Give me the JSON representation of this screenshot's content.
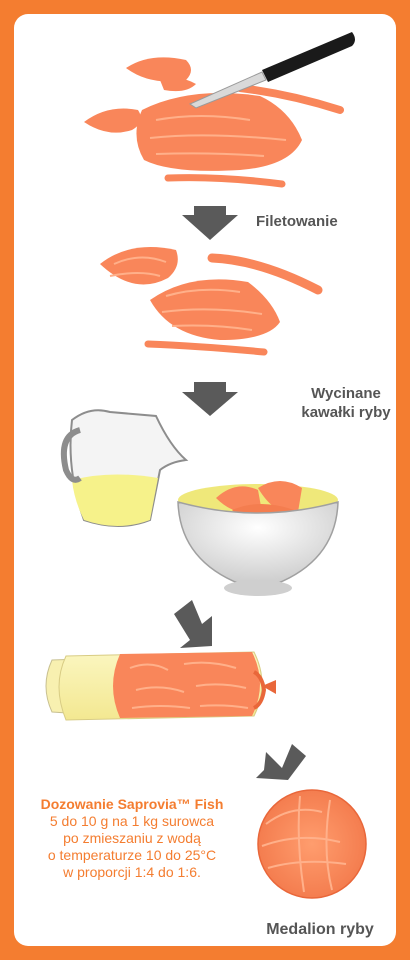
{
  "steps": {
    "filleting": "Filetowanie",
    "cut_line1": "Wycinane",
    "cut_line2": "kawałki ryby",
    "medallion": "Medalion ryby"
  },
  "dosage": {
    "title": "Dozowanie Saprovia™ Fish",
    "line1": "5 do 10 g na 1 kg surowca",
    "line2": "po zmieszaniu z wodą",
    "line3": "o temperaturze 10 do 25°C",
    "line4": "w proporcji 1:4 do 1:6."
  },
  "colors": {
    "border": "#f47d30",
    "salmon": "#f9865a",
    "arrow": "#5a5a5a",
    "liquid": "#f6f28a"
  }
}
